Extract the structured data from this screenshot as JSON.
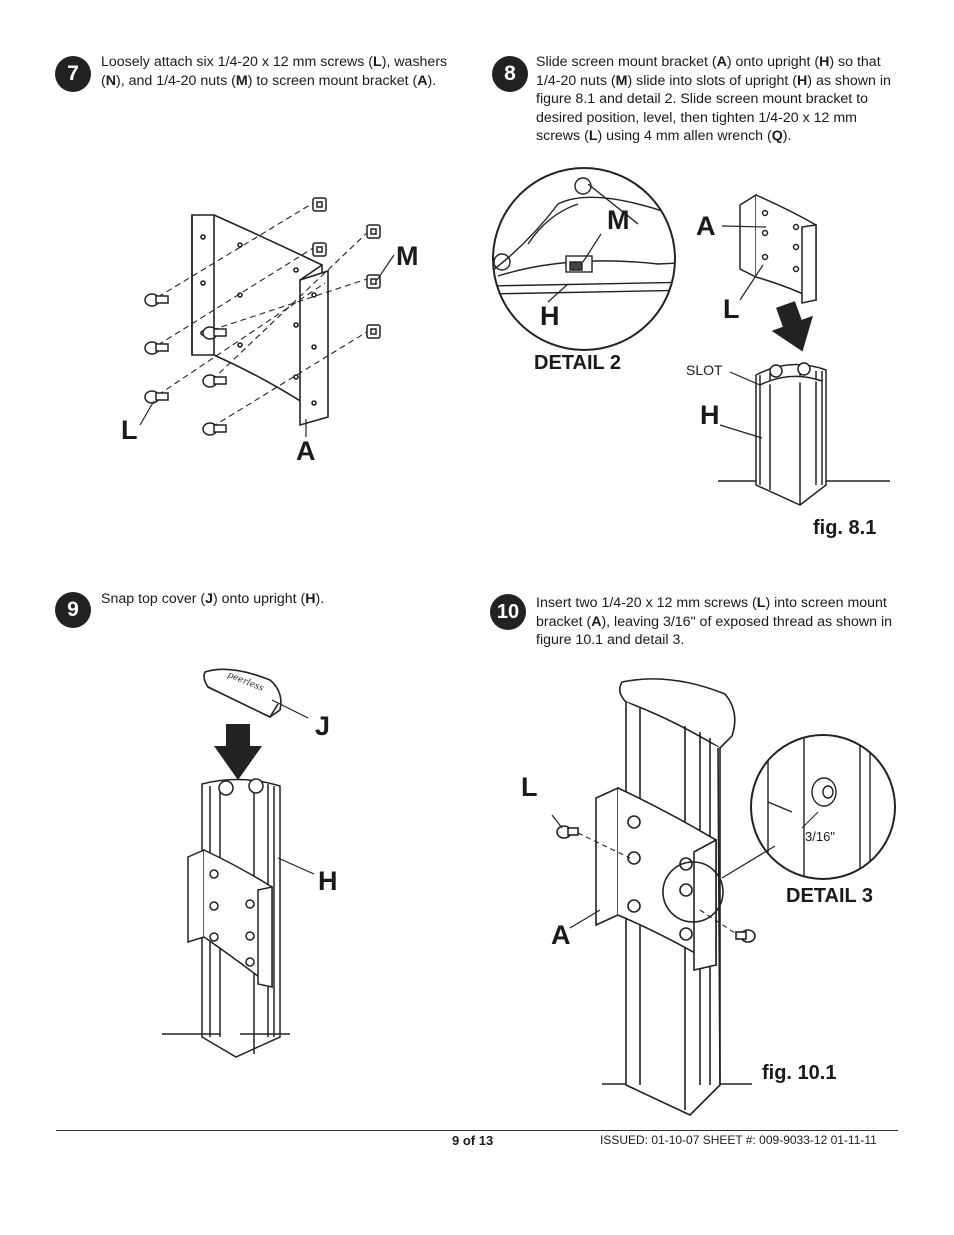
{
  "steps": [
    {
      "number": "7",
      "segments": [
        "Loosely attach six 1/4-20 x 12 mm screws (",
        "L",
        "), washers (",
        "N",
        "), and 1/4-20 nuts (",
        "M",
        ") to screen mount bracket (",
        "A",
        ")."
      ]
    },
    {
      "number": "8",
      "segments": [
        "Slide screen mount bracket (",
        "A",
        ") onto upright (",
        "H",
        ") so that 1/4-20 nuts (",
        "M",
        ") slide into slots of upright (",
        "H",
        ") as shown in figure 8.1 and detail 2. Slide screen mount bracket to desired position, level, then tighten 1/4-20 x 12 mm screws (",
        "L",
        ") using 4 mm allen wrench (",
        "Q",
        ")."
      ]
    },
    {
      "number": "9",
      "segments": [
        "Snap top cover (",
        "J",
        ") onto upright (",
        "H",
        ")."
      ]
    },
    {
      "number": "10",
      "segments": [
        "Insert two 1/4-20 x 12 mm screws (",
        "L",
        ") into screen mount bracket (",
        "A",
        "), leaving 3/16\" of exposed thread as shown in figure 10.1 and detail 3."
      ]
    }
  ],
  "callouts": {
    "fig7_M": "M",
    "fig7_L": "L",
    "fig7_A": "A",
    "detail2_M": "M",
    "detail2_H": "H",
    "fig8_A": "A",
    "fig8_L": "L",
    "fig8_H": "H",
    "fig9_J": "J",
    "fig9_H": "H",
    "fig10_L": "L",
    "fig10_A": "A"
  },
  "labels": {
    "detail2": "DETAIL 2",
    "slot": "SLOT",
    "fig81": "fig. 8.1",
    "detail3": "DETAIL 3",
    "thread": "3/16\"",
    "fig101": "fig. 10.1",
    "brand": "peerless"
  },
  "footer": {
    "page": "9 of 13",
    "issued": "ISSUED: 01-10-07   SHEET #: 009-9033-12  01-11-11"
  }
}
